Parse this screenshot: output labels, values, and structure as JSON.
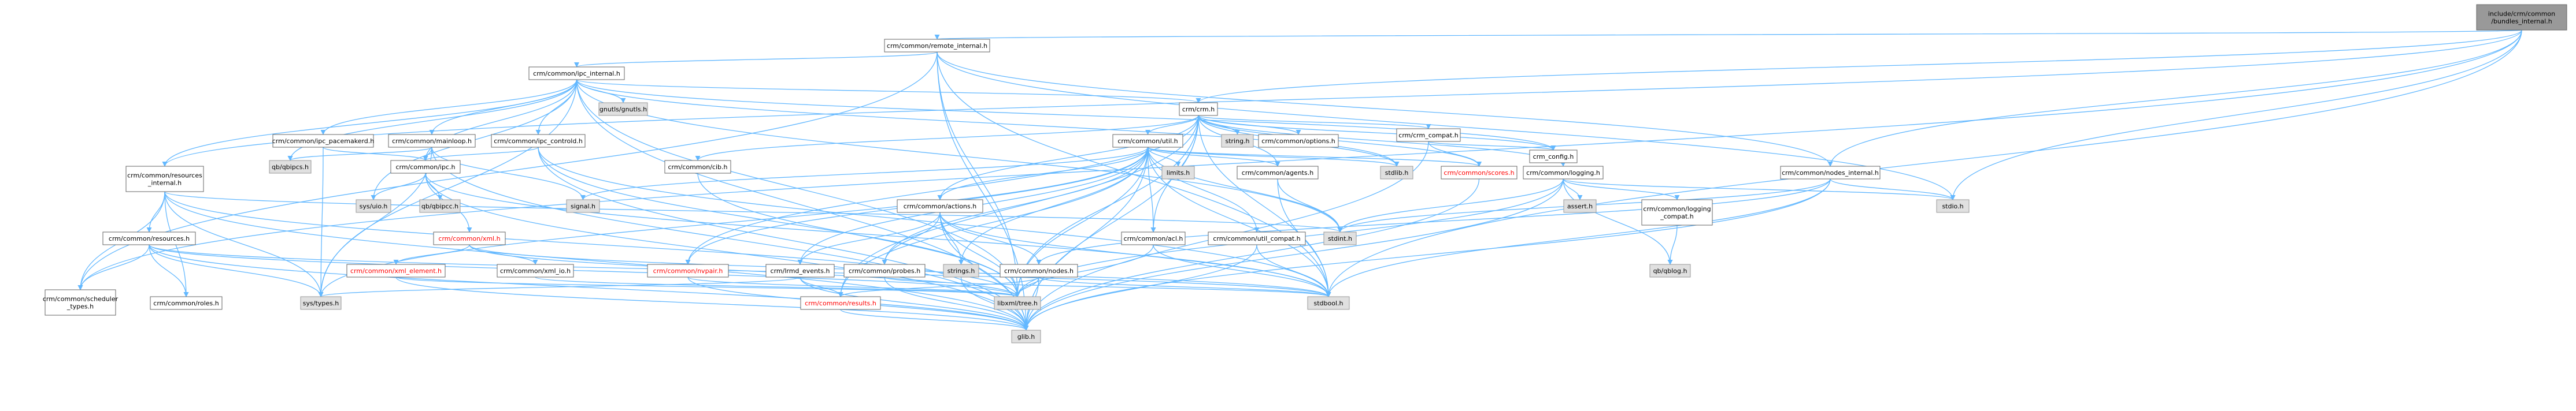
{
  "diagram": {
    "type": "include-dependency-graph",
    "colors": {
      "edge": "#63b8ff",
      "node_border": "#666666",
      "selected_fill": "#999999",
      "system_fill": "#e0e0e0",
      "header_fill": "#ffffff",
      "highlight_text": "#ff0000"
    },
    "nodes": [
      {
        "id": "root",
        "label": "include/crm/common\n/bundles_internal.h",
        "kind": "selected"
      },
      {
        "id": "remote",
        "label": "crm/common/remote_internal.h",
        "kind": "header"
      },
      {
        "id": "ipc_int",
        "label": "crm/common/ipc_internal.h",
        "kind": "header"
      },
      {
        "id": "crm_h",
        "label": "crm/crm.h",
        "kind": "header"
      },
      {
        "id": "nodes_int",
        "label": "crm/common/nodes_internal.h",
        "kind": "header"
      },
      {
        "id": "res_int",
        "label": "crm/common/resources\n_internal.h",
        "kind": "header"
      },
      {
        "id": "pacemakerd",
        "label": "crm/common/ipc_pacemakerd.h",
        "kind": "header"
      },
      {
        "id": "mainloop",
        "label": "crm/common/mainloop.h",
        "kind": "header"
      },
      {
        "id": "controld",
        "label": "crm/common/ipc_controld.h",
        "kind": "header"
      },
      {
        "id": "gnutls",
        "label": "gnutls/gnutls.h",
        "kind": "system"
      },
      {
        "id": "ipc_h",
        "label": "crm/common/ipc.h",
        "kind": "header"
      },
      {
        "id": "cib_h",
        "label": "crm/common/cib.h",
        "kind": "header"
      },
      {
        "id": "util_h",
        "label": "crm/common/util.h",
        "kind": "header"
      },
      {
        "id": "string_h",
        "label": "string.h",
        "kind": "system"
      },
      {
        "id": "options_h",
        "label": "crm/common/options.h",
        "kind": "header"
      },
      {
        "id": "crm_compat",
        "label": "crm/crm_compat.h",
        "kind": "header"
      },
      {
        "id": "logging_h",
        "label": "crm/common/logging.h",
        "kind": "header"
      },
      {
        "id": "qbipcs",
        "label": "qb/qbipcs.h",
        "kind": "system"
      },
      {
        "id": "sys_uio",
        "label": "sys/uio.h",
        "kind": "system"
      },
      {
        "id": "qbipcc",
        "label": "qb/qbipcc.h",
        "kind": "system"
      },
      {
        "id": "xml_h",
        "label": "crm/common/xml.h",
        "kind": "highlight"
      },
      {
        "id": "signal_h",
        "label": "signal.h",
        "kind": "system"
      },
      {
        "id": "actions_h",
        "label": "crm/common/actions.h",
        "kind": "header"
      },
      {
        "id": "limits_h",
        "label": "limits.h",
        "kind": "system"
      },
      {
        "id": "agents_h",
        "label": "crm/common/agents.h",
        "kind": "header"
      },
      {
        "id": "stdlib_h",
        "label": "stdlib.h",
        "kind": "system"
      },
      {
        "id": "scores_h",
        "label": "crm/common/scores.h",
        "kind": "highlight"
      },
      {
        "id": "crm_config",
        "label": "crm_config.h",
        "kind": "header"
      },
      {
        "id": "assert_h",
        "label": "assert.h",
        "kind": "system"
      },
      {
        "id": "logging_compat",
        "label": "crm/common/logging\n_compat.h",
        "kind": "header"
      },
      {
        "id": "stdio_h",
        "label": "stdio.h",
        "kind": "system"
      },
      {
        "id": "resources_h",
        "label": "crm/common/resources.h",
        "kind": "header"
      },
      {
        "id": "xml_element",
        "label": "crm/common/xml_element.h",
        "kind": "highlight"
      },
      {
        "id": "xml_io",
        "label": "crm/common/xml_io.h",
        "kind": "header"
      },
      {
        "id": "nvpair_h",
        "label": "crm/common/nvpair.h",
        "kind": "highlight"
      },
      {
        "id": "lrmd_events",
        "label": "crm/lrmd_events.h",
        "kind": "header"
      },
      {
        "id": "probes_h",
        "label": "crm/common/probes.h",
        "kind": "header"
      },
      {
        "id": "strings_h",
        "label": "strings.h",
        "kind": "system"
      },
      {
        "id": "nodes_h",
        "label": "crm/common/nodes.h",
        "kind": "header"
      },
      {
        "id": "acl_h",
        "label": "crm/common/acl.h",
        "kind": "header"
      },
      {
        "id": "util_compat",
        "label": "crm/common/util_compat.h",
        "kind": "header"
      },
      {
        "id": "stdint_h",
        "label": "stdint.h",
        "kind": "system"
      },
      {
        "id": "qblog",
        "label": "qb/qblog.h",
        "kind": "system"
      },
      {
        "id": "scheduler_types",
        "label": "crm/common/scheduler\n_types.h",
        "kind": "header"
      },
      {
        "id": "roles_h",
        "label": "crm/common/roles.h",
        "kind": "header"
      },
      {
        "id": "sys_types",
        "label": "sys/types.h",
        "kind": "system"
      },
      {
        "id": "results_h",
        "label": "crm/common/results.h",
        "kind": "highlight"
      },
      {
        "id": "tree_h",
        "label": "libxml/tree.h",
        "kind": "system"
      },
      {
        "id": "stdbool_h",
        "label": "stdbool.h",
        "kind": "system"
      },
      {
        "id": "glib_h",
        "label": "glib.h",
        "kind": "system"
      }
    ],
    "edges": [
      [
        "root",
        "remote"
      ],
      [
        "root",
        "crm_h"
      ],
      [
        "root",
        "nodes_int"
      ],
      [
        "root",
        "res_int"
      ],
      [
        "root",
        "stdio_h"
      ],
      [
        "root",
        "stdbool_h"
      ],
      [
        "root",
        "scheduler_types"
      ],
      [
        "remote",
        "ipc_int"
      ],
      [
        "remote",
        "nodes_int"
      ],
      [
        "remote",
        "tree_h"
      ],
      [
        "remote",
        "stdbool_h"
      ],
      [
        "remote",
        "glib_h"
      ],
      [
        "remote",
        "scheduler_types"
      ],
      [
        "remote",
        "stdio_h"
      ],
      [
        "ipc_int",
        "pacemakerd"
      ],
      [
        "ipc_int",
        "mainloop"
      ],
      [
        "ipc_int",
        "controld"
      ],
      [
        "ipc_int",
        "gnutls"
      ],
      [
        "ipc_int",
        "ipc_h"
      ],
      [
        "ipc_int",
        "crm_h"
      ],
      [
        "ipc_int",
        "res_int"
      ],
      [
        "ipc_int",
        "qbipcs"
      ],
      [
        "ipc_int",
        "sys_uio"
      ],
      [
        "ipc_int",
        "sys_types"
      ],
      [
        "ipc_int",
        "crm_config"
      ],
      [
        "ipc_int",
        "stdlib_h"
      ],
      [
        "ipc_int",
        "stdint_h"
      ],
      [
        "ipc_int",
        "glib_h"
      ],
      [
        "ipc_int",
        "tree_h"
      ],
      [
        "crm_h",
        "util_h"
      ],
      [
        "crm_h",
        "string_h"
      ],
      [
        "crm_h",
        "options_h"
      ],
      [
        "crm_h",
        "crm_compat"
      ],
      [
        "crm_h",
        "logging_h"
      ],
      [
        "crm_h",
        "crm_config"
      ],
      [
        "crm_h",
        "stdlib_h"
      ],
      [
        "crm_h",
        "glib_h"
      ],
      [
        "crm_h",
        "tree_h"
      ],
      [
        "crm_h",
        "results_h"
      ],
      [
        "crm_h",
        "nvpair_h"
      ],
      [
        "crm_h",
        "scores_h"
      ],
      [
        "crm_h",
        "cib_h"
      ],
      [
        "crm_h",
        "actions_h"
      ],
      [
        "crm_h",
        "agents_h"
      ],
      [
        "crm_h",
        "acl_h"
      ],
      [
        "crm_h",
        "stdbool_h"
      ],
      [
        "pacemakerd",
        "ipc_h"
      ],
      [
        "pacemakerd",
        "sys_types"
      ],
      [
        "mainloop",
        "ipc_h"
      ],
      [
        "mainloop",
        "qbipcs"
      ],
      [
        "mainloop",
        "signal_h"
      ],
      [
        "mainloop",
        "glib_h"
      ],
      [
        "mainloop",
        "sys_types"
      ],
      [
        "controld",
        "ipc_h"
      ],
      [
        "controld",
        "stdbool_h"
      ],
      [
        "controld",
        "tree_h"
      ],
      [
        "controld",
        "glib_h"
      ],
      [
        "ipc_h",
        "sys_uio"
      ],
      [
        "ipc_h",
        "qbipcc"
      ],
      [
        "ipc_h",
        "xml_h"
      ],
      [
        "ipc_h",
        "stdbool_h"
      ],
      [
        "ipc_h",
        "glib_h"
      ],
      [
        "cib_h",
        "tree_h"
      ],
      [
        "util_h",
        "signal_h"
      ],
      [
        "util_h",
        "limits_h"
      ],
      [
        "util_h",
        "stdlib_h"
      ],
      [
        "util_h",
        "actions_h"
      ],
      [
        "util_h",
        "agents_h"
      ],
      [
        "util_h",
        "scores_h"
      ],
      [
        "util_h",
        "nvpair_h"
      ],
      [
        "util_h",
        "lrmd_events"
      ],
      [
        "util_h",
        "util_compat"
      ],
      [
        "util_h",
        "strings_h"
      ],
      [
        "util_h",
        "stdint_h"
      ],
      [
        "util_h",
        "stdbool_h"
      ],
      [
        "util_h",
        "glib_h"
      ],
      [
        "util_h",
        "tree_h"
      ],
      [
        "util_h",
        "sys_types"
      ],
      [
        "util_h",
        "acl_h"
      ],
      [
        "util_h",
        "results_h"
      ],
      [
        "util_h",
        "probes_h"
      ],
      [
        "crm_compat",
        "crm_config"
      ],
      [
        "crm_compat",
        "scores_h"
      ],
      [
        "crm_compat",
        "glib_h"
      ],
      [
        "logging_h",
        "assert_h"
      ],
      [
        "logging_h",
        "logging_compat"
      ],
      [
        "logging_h",
        "qblog"
      ],
      [
        "logging_h",
        "stdio_h"
      ],
      [
        "logging_h",
        "glib_h"
      ],
      [
        "logging_h",
        "stdint_h"
      ],
      [
        "logging_h",
        "tree_h"
      ],
      [
        "logging_compat",
        "qblog"
      ],
      [
        "xml_h",
        "xml_element"
      ],
      [
        "xml_h",
        "xml_io"
      ],
      [
        "xml_h",
        "tree_h"
      ],
      [
        "xml_h",
        "stdbool_h"
      ],
      [
        "xml_element",
        "tree_h"
      ],
      [
        "xml_element",
        "glib_h"
      ],
      [
        "xml_io",
        "tree_h"
      ],
      [
        "actions_h",
        "nodes_h"
      ],
      [
        "actions_h",
        "probes_h"
      ],
      [
        "actions_h",
        "strings_h"
      ],
      [
        "actions_h",
        "lrmd_events"
      ],
      [
        "actions_h",
        "stdbool_h"
      ],
      [
        "actions_h",
        "glib_h"
      ],
      [
        "actions_h",
        "tree_h"
      ],
      [
        "agents_h",
        "stdint_h"
      ],
      [
        "agents_h",
        "stdbool_h"
      ],
      [
        "scores_h",
        "glib_h"
      ],
      [
        "nvpair_h",
        "tree_h"
      ],
      [
        "nvpair_h",
        "glib_h"
      ],
      [
        "lrmd_events",
        "sys_types"
      ],
      [
        "lrmd_events",
        "glib_h"
      ],
      [
        "lrmd_events",
        "results_h"
      ],
      [
        "probes_h",
        "stdbool_h"
      ],
      [
        "probes_h",
        "glib_h"
      ],
      [
        "strings_h",
        "glib_h"
      ],
      [
        "nodes_h",
        "stdbool_h"
      ],
      [
        "nodes_h",
        "glib_h"
      ],
      [
        "nodes_h",
        "tree_h"
      ],
      [
        "nodes_h",
        "results_h"
      ],
      [
        "acl_h",
        "stdbool_h"
      ],
      [
        "acl_h",
        "tree_h"
      ],
      [
        "util_compat",
        "glib_h"
      ],
      [
        "util_compat",
        "stdbool_h"
      ],
      [
        "results_h",
        "glib_h"
      ],
      [
        "nodes_int",
        "stdio_h"
      ],
      [
        "nodes_int",
        "stdint_h"
      ],
      [
        "nodes_int",
        "stdbool_h"
      ],
      [
        "nodes_int",
        "glib_h"
      ],
      [
        "nodes_int",
        "nodes_h"
      ],
      [
        "res_int",
        "resources_h"
      ],
      [
        "res_int",
        "scheduler_types"
      ],
      [
        "res_int",
        "stdint_h"
      ],
      [
        "res_int",
        "glib_h"
      ],
      [
        "res_int",
        "tree_h"
      ],
      [
        "res_int",
        "roles_h"
      ],
      [
        "res_int",
        "sys_types"
      ],
      [
        "resources_h",
        "scheduler_types"
      ],
      [
        "resources_h",
        "roles_h"
      ],
      [
        "resources_h",
        "sys_types"
      ],
      [
        "resources_h",
        "glib_h"
      ],
      [
        "resources_h",
        "tree_h"
      ],
      [
        "resources_h",
        "stdbool_h"
      ]
    ]
  }
}
